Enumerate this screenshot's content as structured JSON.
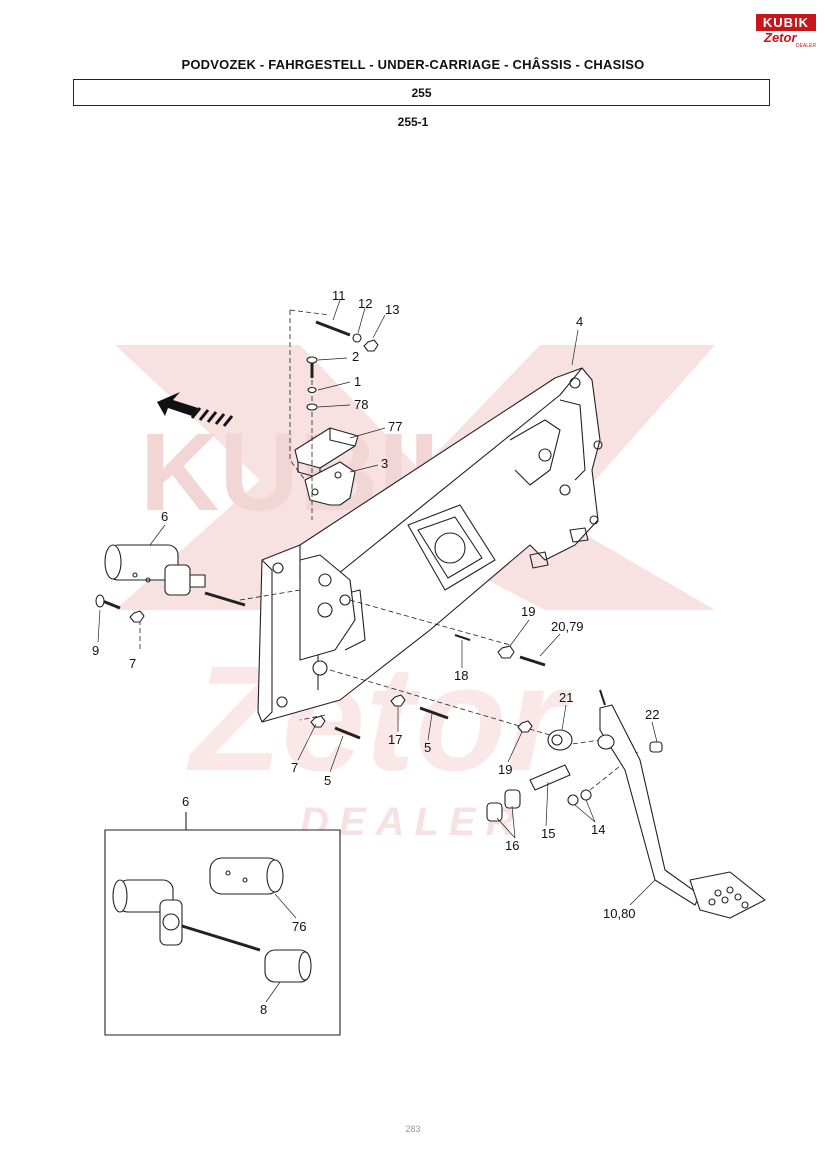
{
  "header": {
    "title": "PODVOZEK - FAHRGESTELL - UNDER-CARRIAGE - CHÂSSIS - CHASISO",
    "group_code": "255",
    "figure_code": "255-1"
  },
  "logo": {
    "top_text": "KUBIK",
    "bottom_text": "Zetor",
    "dealer_text": "DEALER"
  },
  "watermark": {
    "top_text": "KUBIK",
    "bottom_text": "Zetor",
    "dealer_text": "DEALER"
  },
  "page_number": "283",
  "colors": {
    "line": "#222222",
    "watermark": "#f3c9c9",
    "brand_red": "#c8161d"
  },
  "callouts": {
    "c11": "11",
    "c12": "12",
    "c13": "13",
    "c4": "4",
    "c2": "2",
    "c1": "1",
    "c78": "78",
    "c77": "77",
    "c3": "3",
    "c6_top": "6",
    "c9": "9",
    "c7_left": "7",
    "c19_top": "19",
    "c20_79": "20,79",
    "c18": "18",
    "c21": "21",
    "c22": "22",
    "c17": "17",
    "c5_right": "5",
    "c7_bottom": "7",
    "c5_bottom": "5",
    "c19_bottom": "19",
    "c14": "14",
    "c15": "15",
    "c16": "16",
    "c6_inset": "6",
    "c76": "76",
    "c8": "8",
    "c10_80": "10,80"
  }
}
